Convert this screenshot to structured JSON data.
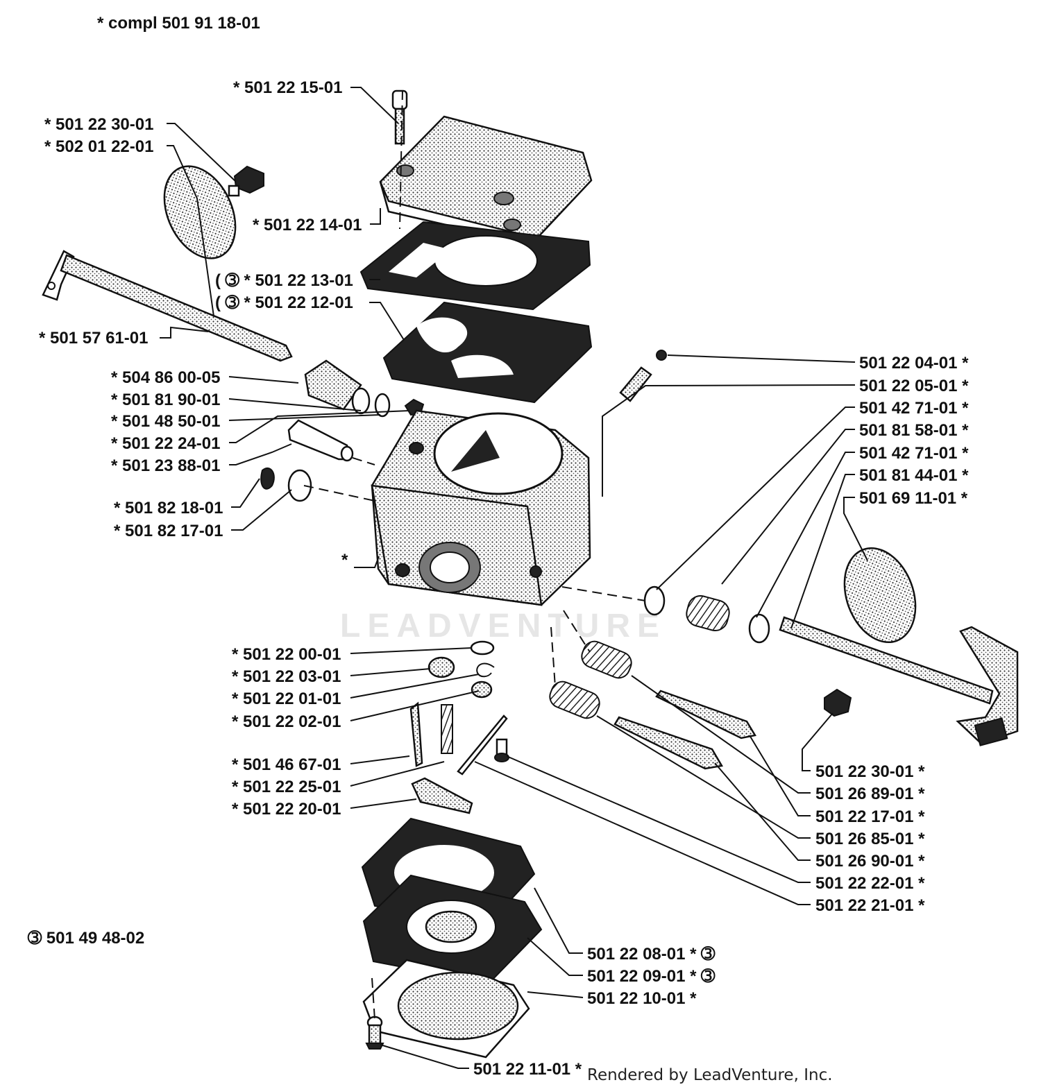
{
  "header": {
    "assembly": "*  compl 501 91 18-01"
  },
  "kit_note": "➂ 501 49 48-02",
  "credit": "Rendered by LeadVenture, Inc.",
  "watermark": "LEADVENTURE",
  "colors": {
    "ink": "#111111",
    "background": "#ffffff",
    "watermark": "#e6e6e6"
  },
  "labels_left": [
    "*  501 22 15-01",
    "*  501 22 30-01",
    "*  502 01 22-01",
    "*  501 22 14-01",
    "( ➂  *  501 22 13-01",
    "( ➂  *  501 22 12-01",
    "*  501 57 61-01",
    "*  504 86 00-05",
    "*  501 81 90-01",
    "*  501 48 50-01",
    "*  501 22 24-01",
    "*  501 23 88-01",
    "*  501 82 18-01",
    "*  501 82 17-01",
    "*",
    "*  501 22 00-01",
    "*  501 22 03-01",
    "*  501 22 01-01",
    "*  501 22 02-01",
    "*  501 46 67-01",
    "*  501 22 25-01",
    "*  501 22 20-01"
  ],
  "labels_right": [
    "501 22 04-01  *",
    "501 22 05-01  *",
    "501 42 71-01  *",
    "501 81 58-01  *",
    "501 42 71-01  *",
    "501 81 44-01  *",
    "501 69 11-01  *",
    "501 22 30-01  *",
    "501 26 89-01  *",
    "501 22 17-01  *",
    "501 26 85-01  *",
    "501 26 90-01  *",
    "501 22 22-01  *",
    "501 22 21-01  *"
  ],
  "labels_bottom": [
    "501 22 08-01  *  ➂",
    "501 22 09-01  *  ➂",
    "501 22 10-01  *",
    "501 22 11-01  *"
  ]
}
